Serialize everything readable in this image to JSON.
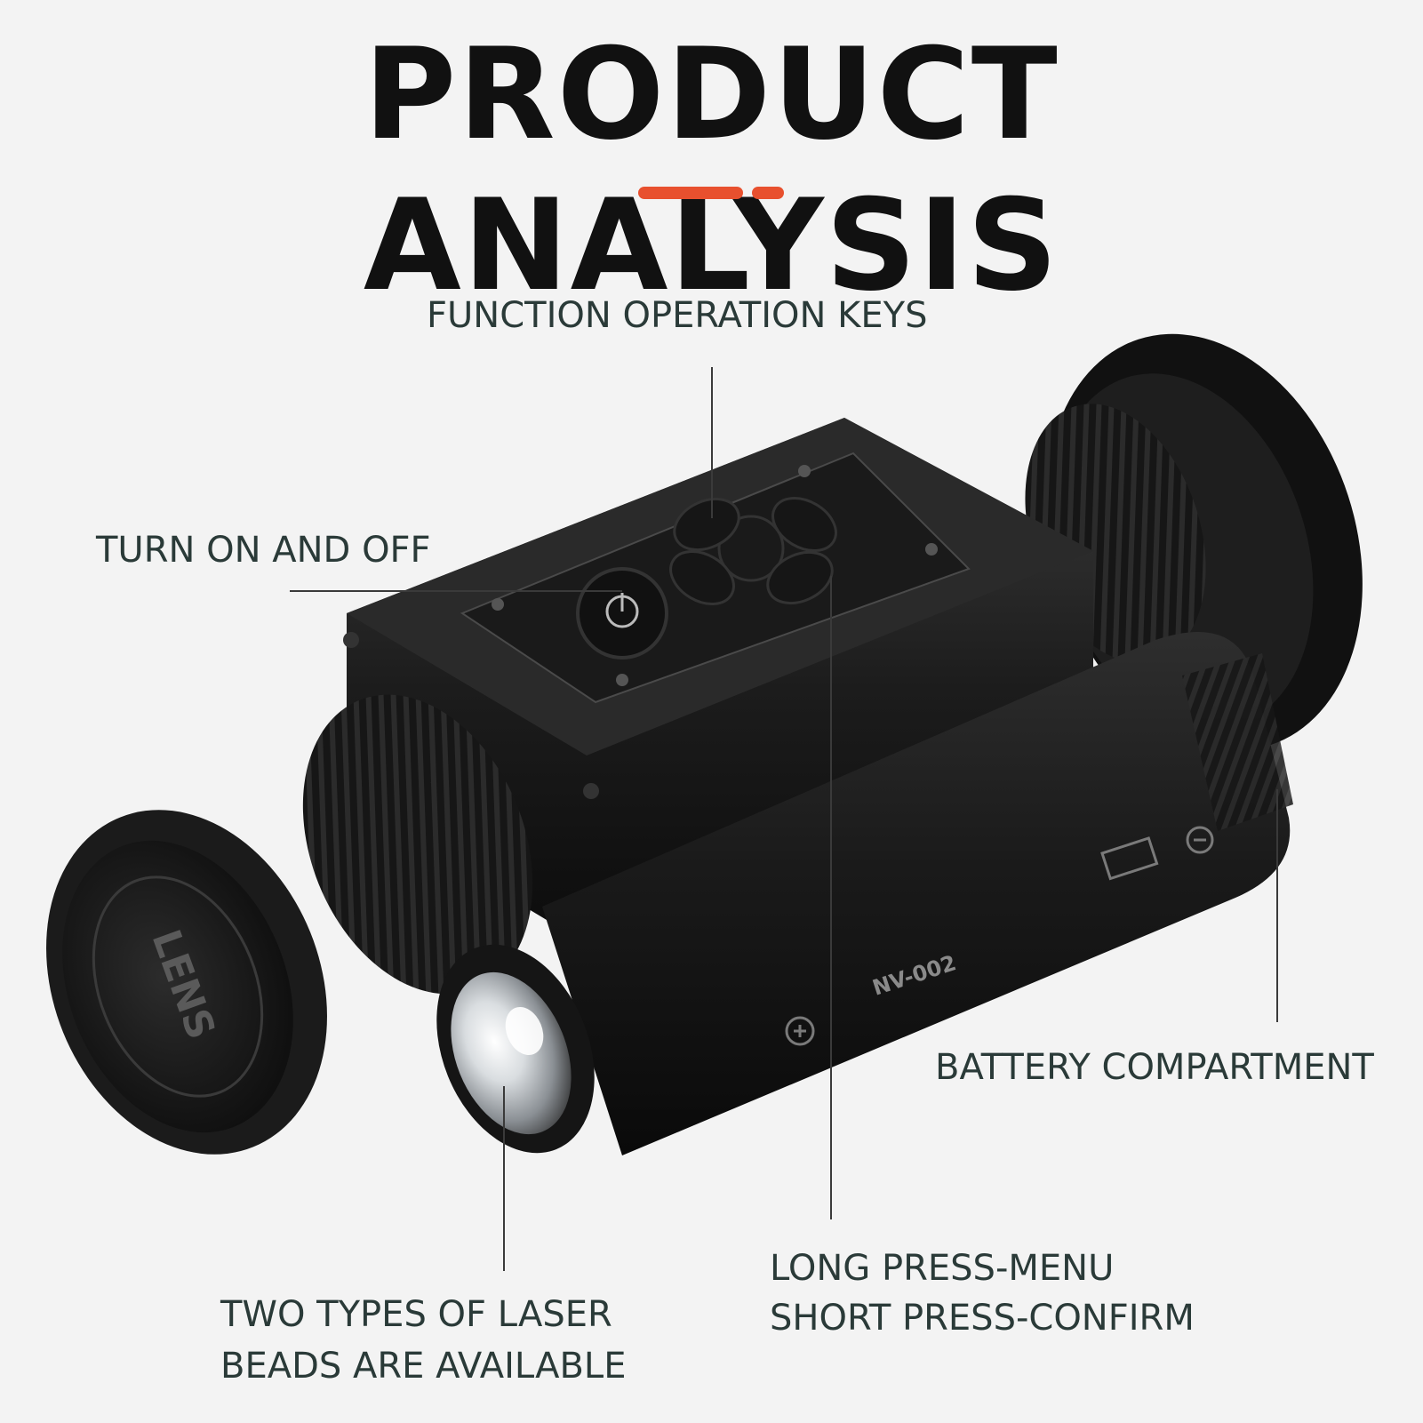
{
  "title": "PRODUCT ANALYSIS",
  "colors": {
    "accent": "#e8502e",
    "text": "#2a3a38",
    "title": "#111111",
    "background": "#f3f3f3"
  },
  "callouts": {
    "function_keys": "FUNCTION OPERATION KEYS",
    "power": "TURN ON AND OFF",
    "battery": "BATTERY COMPARTMENT",
    "menu_line1": "LONG PRESS-MENU",
    "menu_line2": "SHORT PRESS-CONFIRM",
    "laser_line1": "TWO TYPES OF LASER",
    "laser_line2": "BEADS ARE AVAILABLE"
  },
  "device": {
    "model_text": "NV-002",
    "lens_cap_text": "LENS"
  }
}
